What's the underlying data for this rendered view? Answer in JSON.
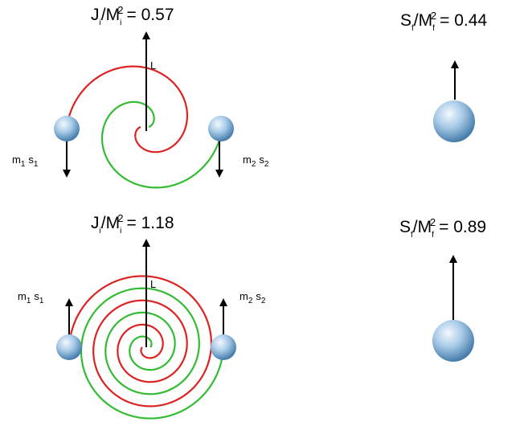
{
  "colors": {
    "inspiral_a": "#dd2222",
    "inspiral_b": "#33bb33",
    "arrow": "#000000",
    "sphere_light": "#e8f2fb",
    "sphere_mid": "#9cc3e4",
    "sphere_dark": "#3e78a8"
  },
  "icons": {
    "black_hole": "sphere-icon",
    "spin": "up-down-arrow-icon"
  },
  "rows": [
    {
      "initial": {
        "J": "J",
        "i1": "i",
        "sep": "/M",
        "i2": "i",
        "exp": "2",
        "value": "= 0.57"
      },
      "final": {
        "S": "S",
        "f1": "f",
        "sep": "/M",
        "f2": "f",
        "exp": "2",
        "value": "= 0.44"
      },
      "L_label": "L",
      "body1": {
        "m": "m",
        "m_sub": "1",
        "s": "s",
        "s_sub": "1"
      },
      "body2": {
        "m": "m",
        "m_sub": "2",
        "s": "s",
        "s_sub": "2"
      },
      "spin_direction": "down",
      "spiral_turns": 1
    },
    {
      "initial": {
        "J": "J",
        "i1": "i",
        "sep": "/M",
        "i2": "i",
        "exp": "2",
        "value": "= 1.18"
      },
      "final": {
        "S": "S",
        "f1": "f",
        "sep": "/M",
        "f2": "f",
        "exp": "2",
        "value": "= 0.89"
      },
      "L_label": "L",
      "body1": {
        "m": "m",
        "m_sub": "1",
        "s": "s",
        "s_sub": "1"
      },
      "body2": {
        "m": "m",
        "m_sub": "2",
        "s": "s",
        "s_sub": "2"
      },
      "spin_direction": "up",
      "spiral_turns": 3
    }
  ]
}
